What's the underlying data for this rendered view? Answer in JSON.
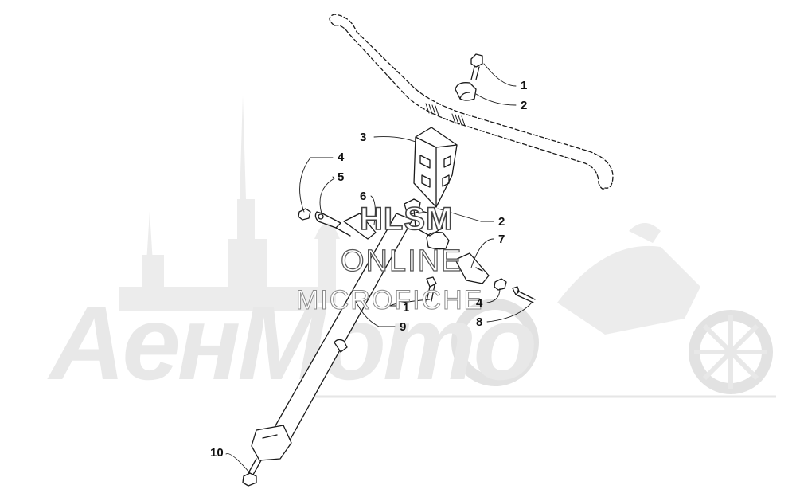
{
  "watermarks": {
    "brand": "AeнMomo",
    "line1": "HLSM",
    "line2": "ONLINE",
    "line3": "MICROFICHE"
  },
  "callouts": [
    "1",
    "2",
    "3",
    "4",
    "5",
    "6",
    "2",
    "7",
    "1",
    "4",
    "8",
    "9",
    "10"
  ],
  "colors": {
    "line": "#1a1a1a",
    "watermark": "#e6e6e6",
    "part_fill": "#ffffff"
  }
}
